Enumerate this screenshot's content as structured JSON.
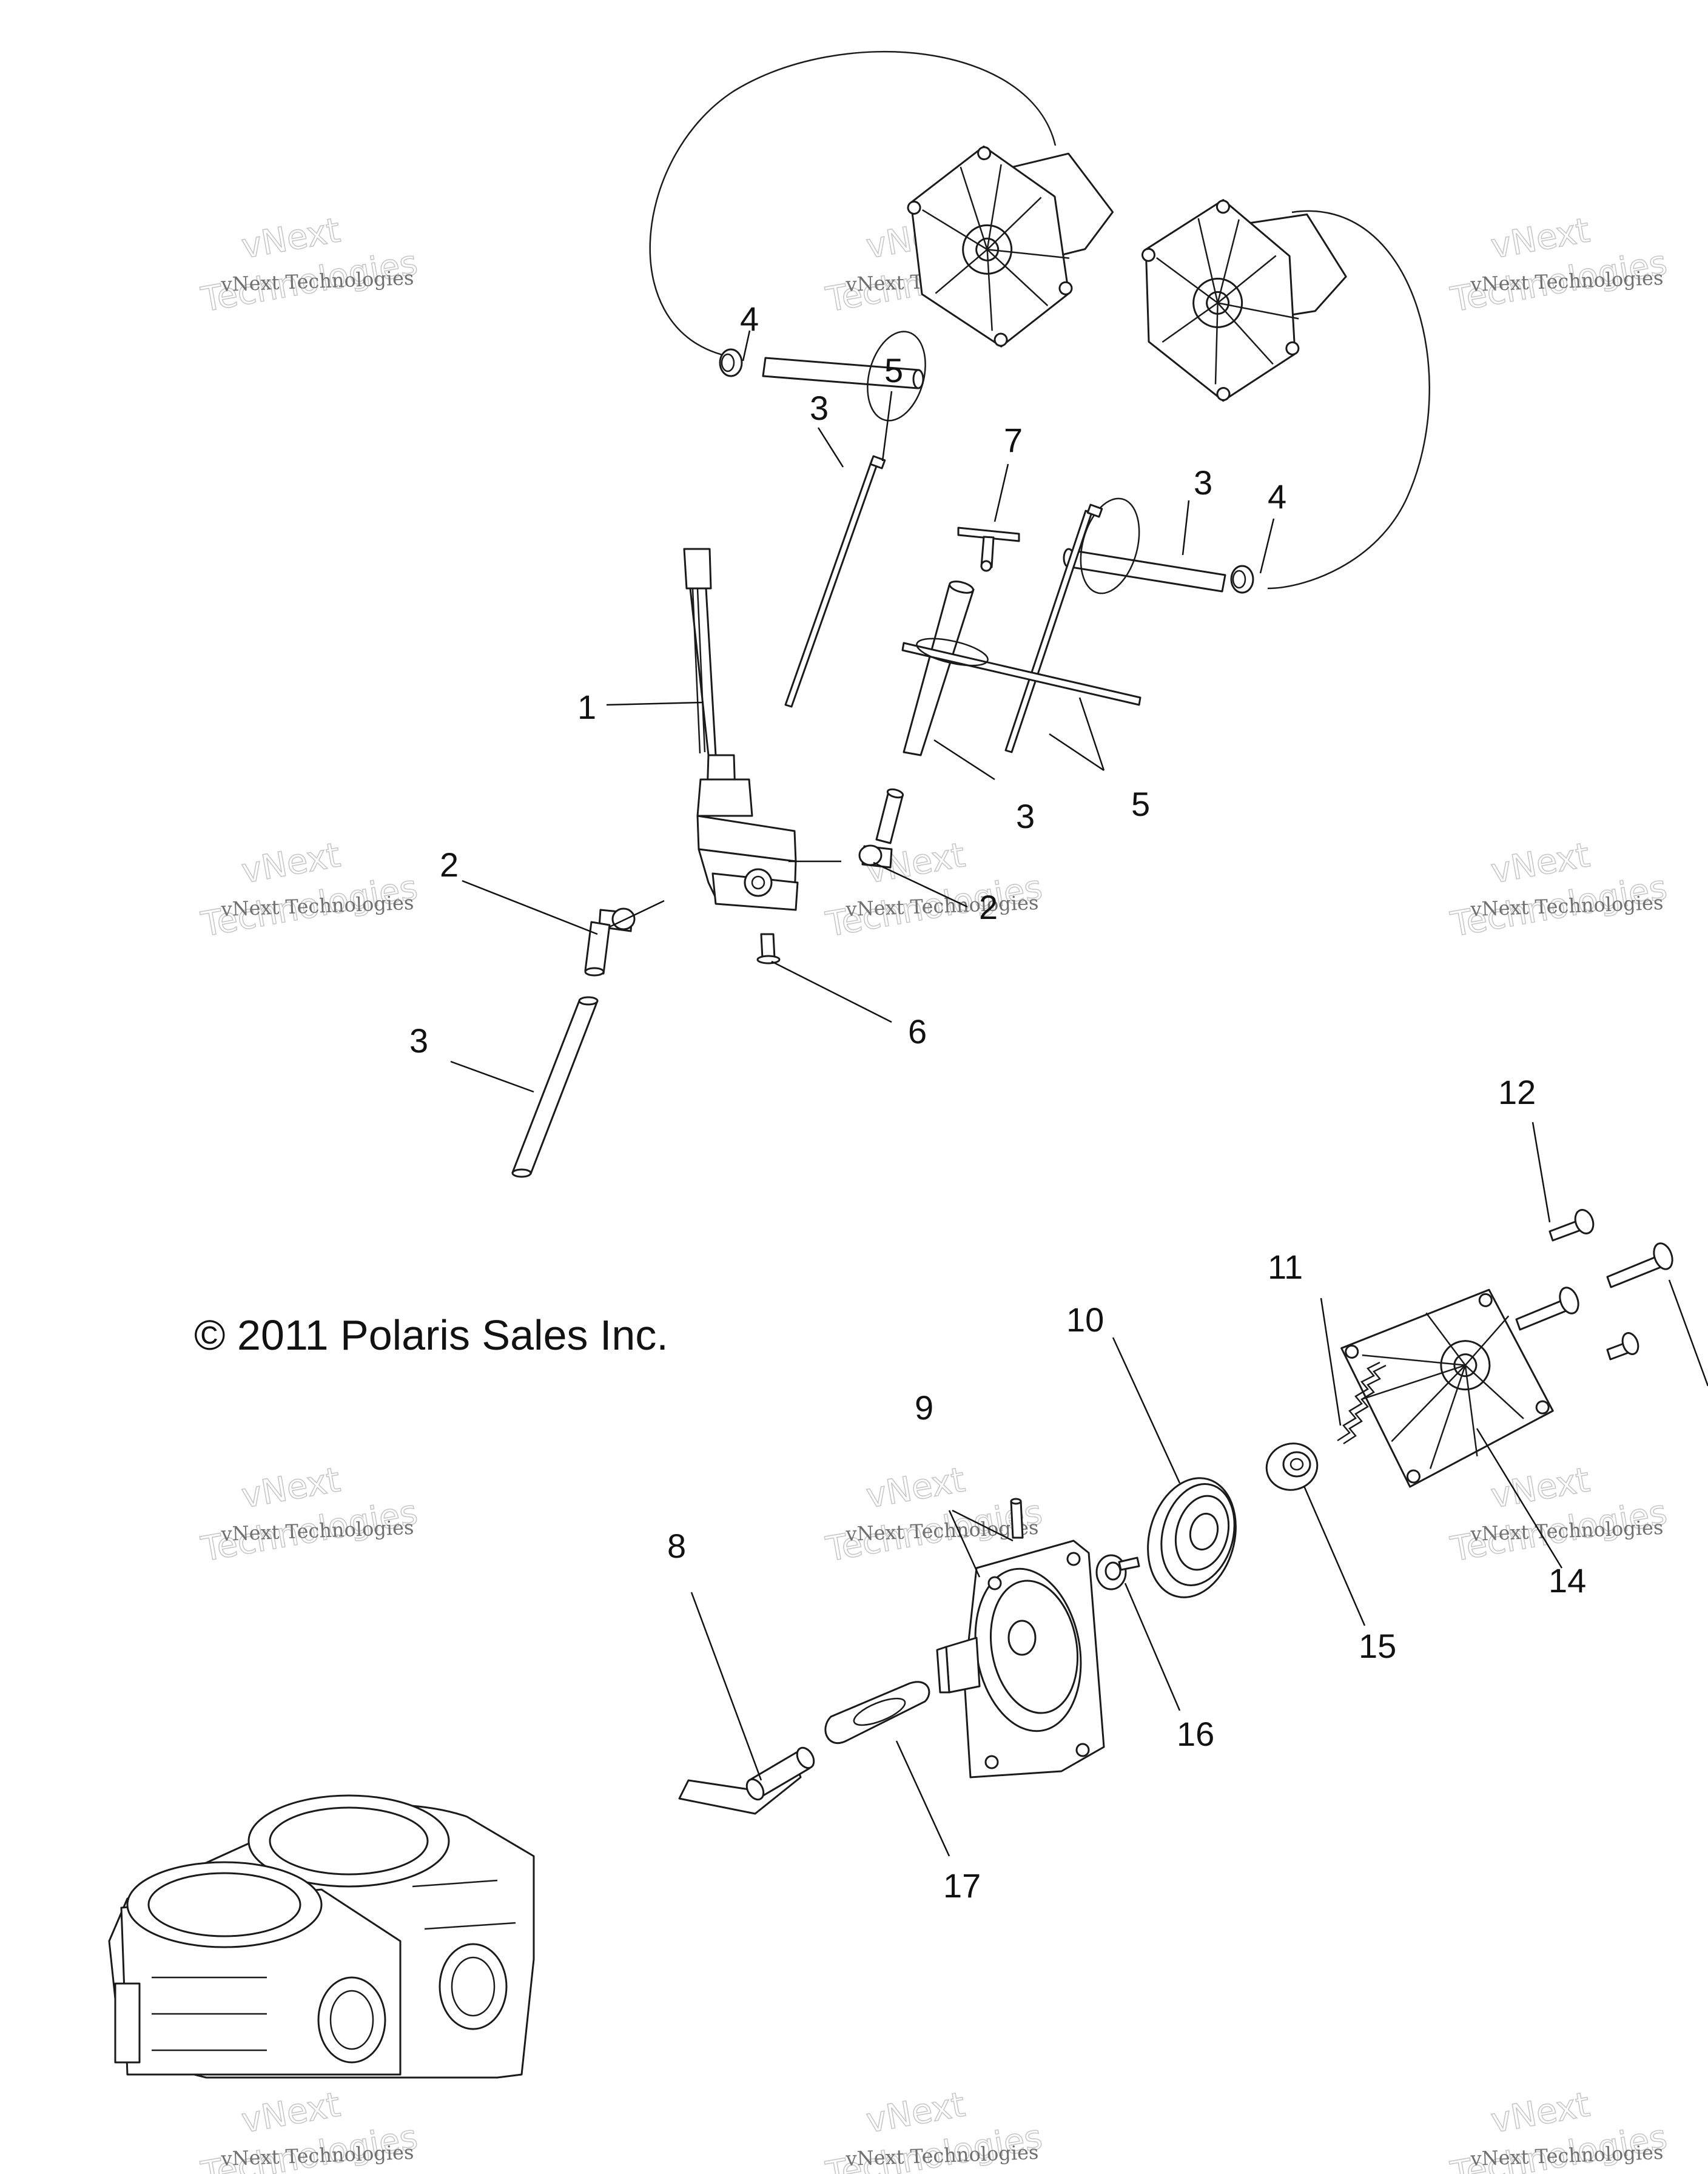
{
  "copyright": "© 2011 Polaris Sales Inc.",
  "watermark": {
    "line_small": "vNext Technologies",
    "line_big_1": "vNext",
    "line_big_2": "Technologies"
  },
  "callouts": {
    "c1": "1",
    "c2a": "2",
    "c2b": "2",
    "c3a": "3",
    "c3b": "3",
    "c3c": "3",
    "c3d": "3",
    "c4a": "4",
    "c4b": "4",
    "c5a": "5",
    "c5b": "5",
    "c6": "6",
    "c7": "7",
    "c8": "8",
    "c9": "9",
    "c10": "10",
    "c11": "11",
    "c12": "12",
    "c14": "14",
    "c15": "15",
    "c16": "16",
    "c17": "17"
  },
  "colors": {
    "line": "#1a1a1a",
    "watermark": "#6f6f6f"
  }
}
